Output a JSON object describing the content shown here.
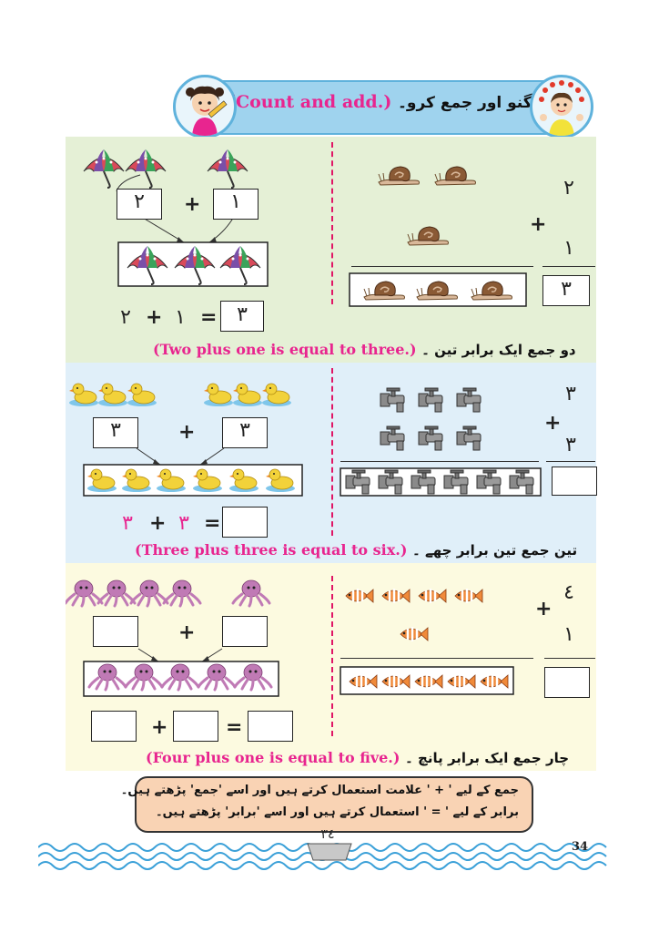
{
  "header": {
    "urdu_title": "گنو اور جمع کرو۔",
    "english_title": "(Count and add.)"
  },
  "section1": {
    "left_numbers": {
      "a": "٢",
      "plus": "+",
      "b": "١"
    },
    "equation": {
      "a": "٢",
      "plus": "+",
      "b": "١",
      "eq": "=",
      "result": "٣"
    },
    "right_numbers": {
      "top": "٢",
      "plus": "+",
      "bottom": "١",
      "result": "٣"
    },
    "caption_en": "(Two plus one is equal to three.)",
    "caption_ur": "دو جمع ایک برابر تین ۔"
  },
  "section2": {
    "left_numbers": {
      "a": "٣",
      "plus": "+",
      "b": "٣"
    },
    "equation": {
      "a": "٣",
      "plus": "+",
      "b": "٣",
      "eq": "="
    },
    "right_numbers": {
      "top": "٣",
      "plus": "+",
      "bottom": "٣"
    },
    "caption_en": "(Three plus three is equal to six.)",
    "caption_ur": "تین جمع تین برابر چھے ۔"
  },
  "section3": {
    "left_numbers": {
      "plus": "+"
    },
    "equation": {
      "plus": "+",
      "eq": "="
    },
    "right_numbers": {
      "top": "٤",
      "plus": "+",
      "bottom": "١"
    },
    "caption_en": "(Four plus one is equal to five.)",
    "caption_ur": "چار جمع ایک برابر پانچ ۔"
  },
  "note": {
    "line1": "جمع کے لیے ' + ' علامت استعمال کرتے ہیں اور اسے 'جمع' پڑھتے ہیں۔",
    "line2": "برابر کے لیے ' = ' استعمال کرتے ہیں اور اسے 'برابر' پڑھتے ہیں۔"
  },
  "footer": {
    "urdu_page": "٣٤",
    "page_number": "34"
  },
  "colors": {
    "accent_pink": "#e8258f",
    "section1_bg": "#e5f0d6",
    "section2_bg": "#e0eff9",
    "section3_bg": "#fcfae0",
    "header_bg": "#9fd3ee",
    "note_bg": "#f9d3b4"
  },
  "icons": [
    "umbrella-icon",
    "snail-icon",
    "duck-icon",
    "tap-icon",
    "octopus-icon",
    "fish-icon"
  ]
}
